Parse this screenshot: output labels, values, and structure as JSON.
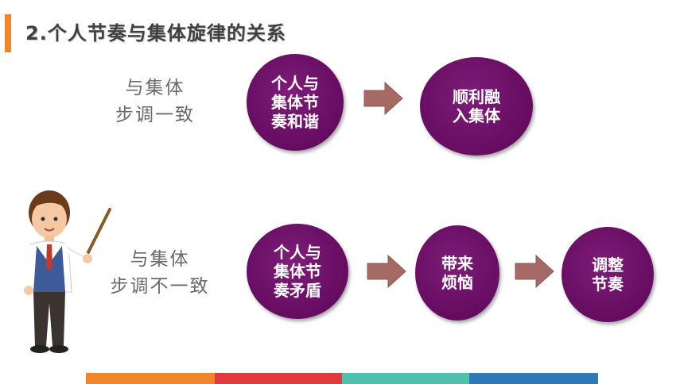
{
  "title": "2.个人节奏与集体旋律的关系",
  "rows": [
    {
      "label_line1": "与集体",
      "label_line2": "步调一致",
      "nodes": [
        "个人与\n集体节\n奏和谐",
        "顺利融\n入集体"
      ]
    },
    {
      "label_line1": "与集体",
      "label_line2": "步调不一致",
      "nodes": [
        "个人与\n集体节\n奏矛盾",
        "带来\n烦恼",
        "调整\n节奏"
      ]
    }
  ],
  "colors": {
    "accent": "#f0852a",
    "circle": "#6b0f66",
    "arrow": "#a56a64",
    "footer": [
      "#f0852a",
      "#e23a3a",
      "#4fbfae",
      "#2d7ab8"
    ]
  },
  "icons": [
    "teacher-with-pointer-illustration",
    "right-arrow-icon"
  ]
}
